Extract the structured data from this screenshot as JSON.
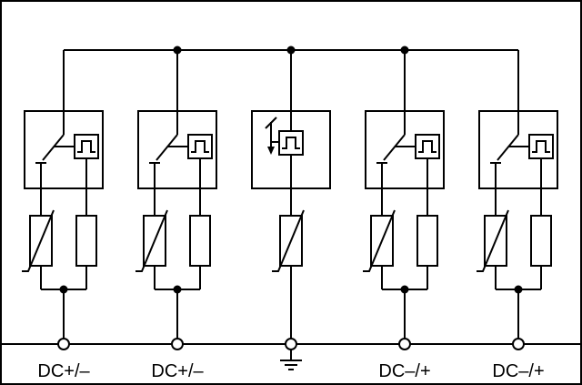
{
  "diagram": {
    "kind": "surge-protective-device-circuit-diagram",
    "description": "Basic circuit diagram: five parallel protection branches fed from a common top bus, each with a disconnector/status-indicator module above varistor and fuse paths, ending at bottom terminals",
    "terminals": [
      {
        "id": "1",
        "label": "DC+/–"
      },
      {
        "id": "2",
        "label": "DC+/–"
      },
      {
        "id": "3",
        "label": "",
        "symbol": "earth-ground"
      },
      {
        "id": "4",
        "label": "DC–/+"
      },
      {
        "id": "5",
        "label": "DC–/+"
      }
    ],
    "colors": {
      "line": "#000000",
      "background": "#ffffff"
    }
  }
}
